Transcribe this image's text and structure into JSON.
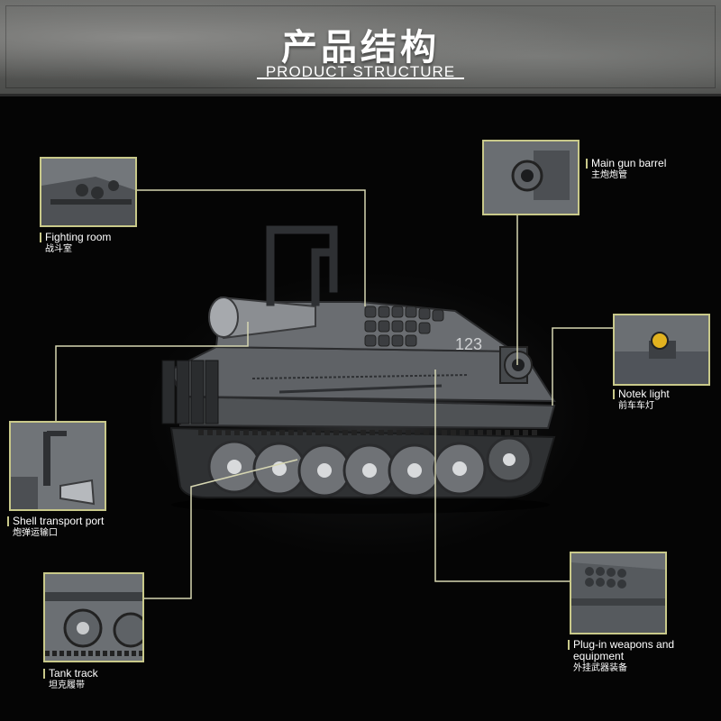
{
  "header": {
    "title_cn": "产品结构",
    "title_en": "PRODUCT STRUCTURE"
  },
  "tank": {
    "hull_number": "123"
  },
  "callouts": [
    {
      "id": "fighting-room",
      "label_en": "Fighting room",
      "label_cn": "战斗室"
    },
    {
      "id": "main-gun-barrel",
      "label_en": "Main gun barrel",
      "label_cn": "主炮炮管"
    },
    {
      "id": "notek-light",
      "label_en": "Notek light",
      "label_cn": "前车车灯"
    },
    {
      "id": "shell-transport-port",
      "label_en": "Shell transport port",
      "label_cn": "炮弹运输口"
    },
    {
      "id": "tank-track",
      "label_en": "Tank track",
      "label_cn": "坦克履带"
    },
    {
      "id": "plug-in-weapons",
      "label_en": "Plug-in weapons and equipment",
      "label_cn": "外挂武器装备"
    }
  ],
  "colors": {
    "accent": "#c9c98a",
    "background": "#050505",
    "tank_grey": "#5a5d60"
  }
}
